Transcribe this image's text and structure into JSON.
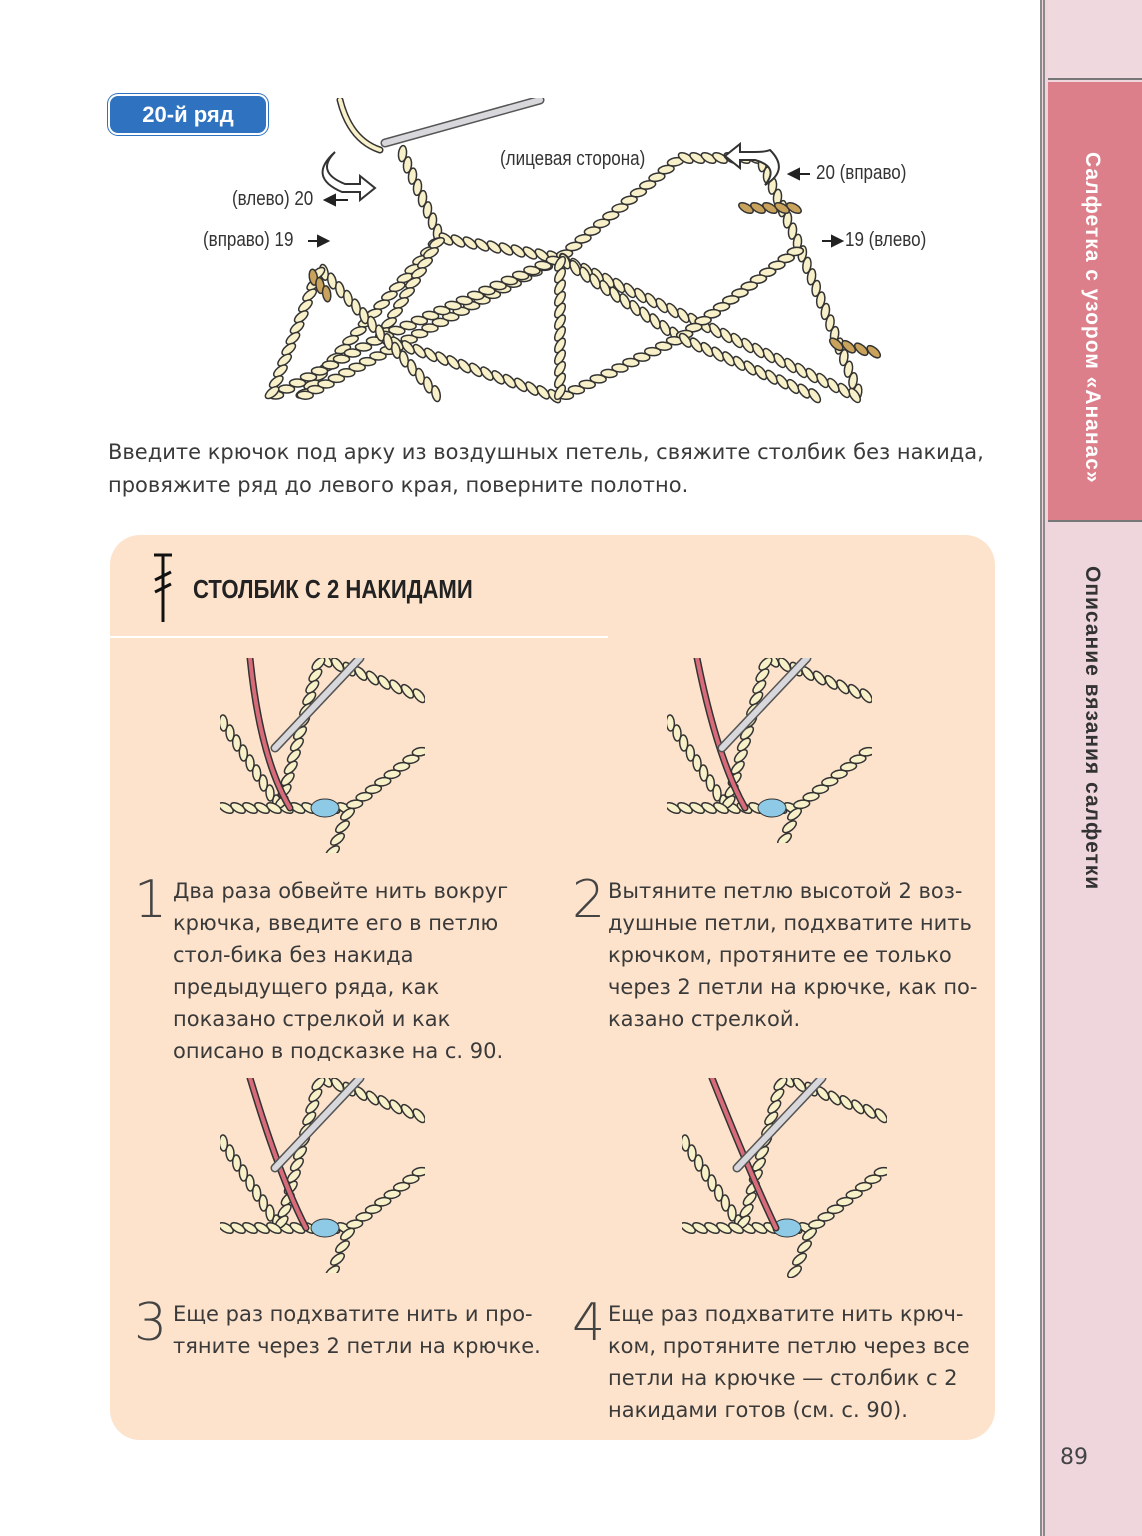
{
  "header": {
    "row_badge": "20-й ряд"
  },
  "diagram_labels": {
    "right_side": "(лицевая сторона)",
    "left_20": "(влево) 20",
    "left_19": "(вправо) 19",
    "right_20": "20 (вправо)",
    "right_19": "19 (влево)"
  },
  "intro_text": "Введите крючок под арку из воздушных петель, свяжите столбик без накида, провяжите ряд до левого края, поверните полотно.",
  "box": {
    "title": "СТОЛБИК С 2 НАКИДАМИ",
    "steps": [
      {
        "number": "1",
        "text": "Два раза обвейте нить вокруг крючка, введите его в петлю стол-бика без накида предыдущего ряда, как показано стрелкой и как описано в подсказке на с. 90."
      },
      {
        "number": "2",
        "text": "Вытяните петлю высотой 2 воз-душные петли, подхватите нить крючком, протяните ее только через 2 петли на крючке, как по-казано стрелкой."
      },
      {
        "number": "3",
        "text": "Еще раз подхватите нить и про-тяните через 2 петли на крючке."
      },
      {
        "number": "4",
        "text": "Еще раз подхватите нить крюч-ком, протяните петлю через все петли на крючке — столбик с 2 накидами готов (см. с. 90)."
      }
    ]
  },
  "sidebar": {
    "section_tab": "Салфетка с узором «Ананас»",
    "subsection_tab": "Описание вязания салфетки",
    "page_number": "89"
  },
  "colors": {
    "badge": "#2f73c0",
    "tab_active": "#dc7f8a",
    "box_bg": "#fde3cc",
    "strip_bg": "#eed6dc",
    "yarn": "#f8f0c8",
    "thread": "#d86b7a"
  }
}
